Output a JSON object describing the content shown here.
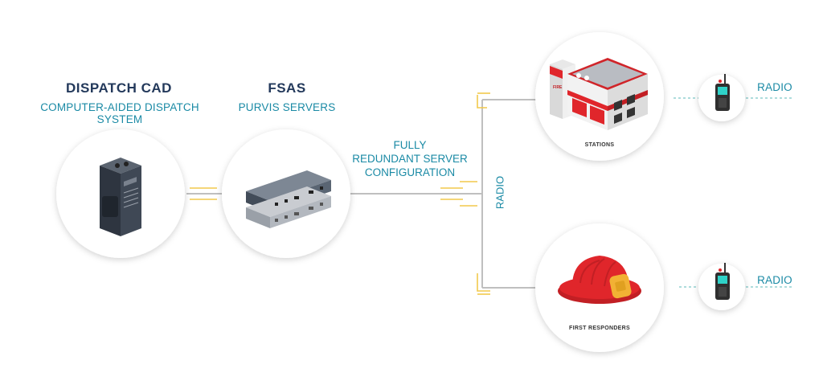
{
  "dispatch": {
    "title": "DISPATCH CAD",
    "subtitle": "COMPUTER-AIDED DISPATCH SYSTEM"
  },
  "fsas": {
    "title": "FSAS",
    "subtitle": "PURVIS SERVERS"
  },
  "link": {
    "line1": "FULLY",
    "line2": "REDUNDANT SERVER",
    "line3": "CONFIGURATION",
    "radio_vertical": "RADIO"
  },
  "stations": {
    "label": "STATIONS",
    "radio": "RADIO"
  },
  "responders": {
    "label": "FIRST RESPONDERS",
    "radio": "RADIO"
  },
  "colors": {
    "accent": "#1a8aa5",
    "title": "#23395b",
    "connector": "#f2c94c",
    "line": "#bfbfbf"
  }
}
